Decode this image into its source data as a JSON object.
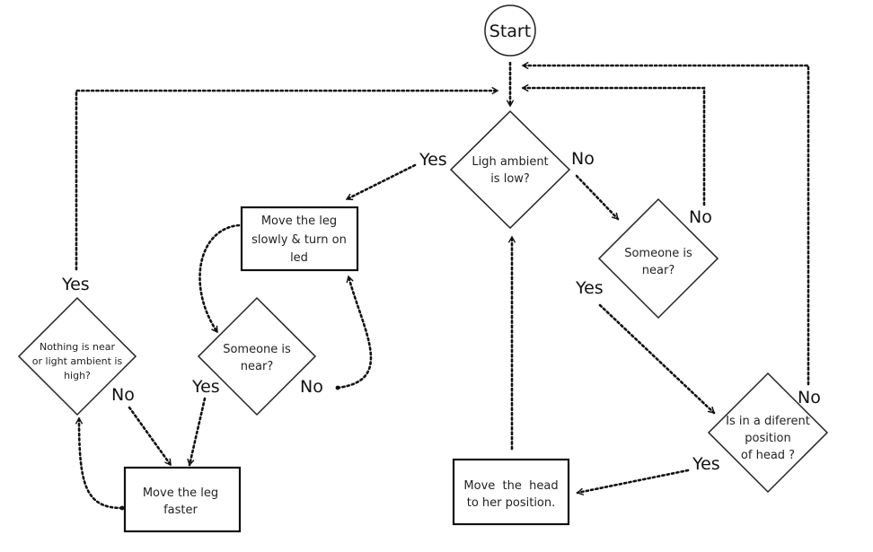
{
  "diagram": {
    "start": "Start",
    "decisions": {
      "ambient": [
        "Ligh ambient",
        "is low?"
      ],
      "near_right": [
        "Someone is",
        "near?"
      ],
      "near_mid": [
        "Someone is",
        "near?"
      ],
      "nothing": [
        "Nothing is near",
        "or light ambient is",
        "high?"
      ],
      "position": [
        "Is in a diferent",
        "position",
        "of head ?"
      ]
    },
    "processes": {
      "slow": [
        "Move the leg",
        "slowly & turn on",
        "led"
      ],
      "faster": [
        "Move the leg",
        "faster"
      ],
      "head": [
        "Move  the  head",
        "to her position."
      ]
    },
    "labels": {
      "yes_ambient": "Yes",
      "no_ambient": "No",
      "no_near_right": "No",
      "yes_near_right": "Yes",
      "yes_nothing": "Yes",
      "no_nothing": "No",
      "yes_near_mid": "Yes",
      "no_near_mid": "No",
      "no_position": "No",
      "yes_position": "Yes"
    }
  }
}
